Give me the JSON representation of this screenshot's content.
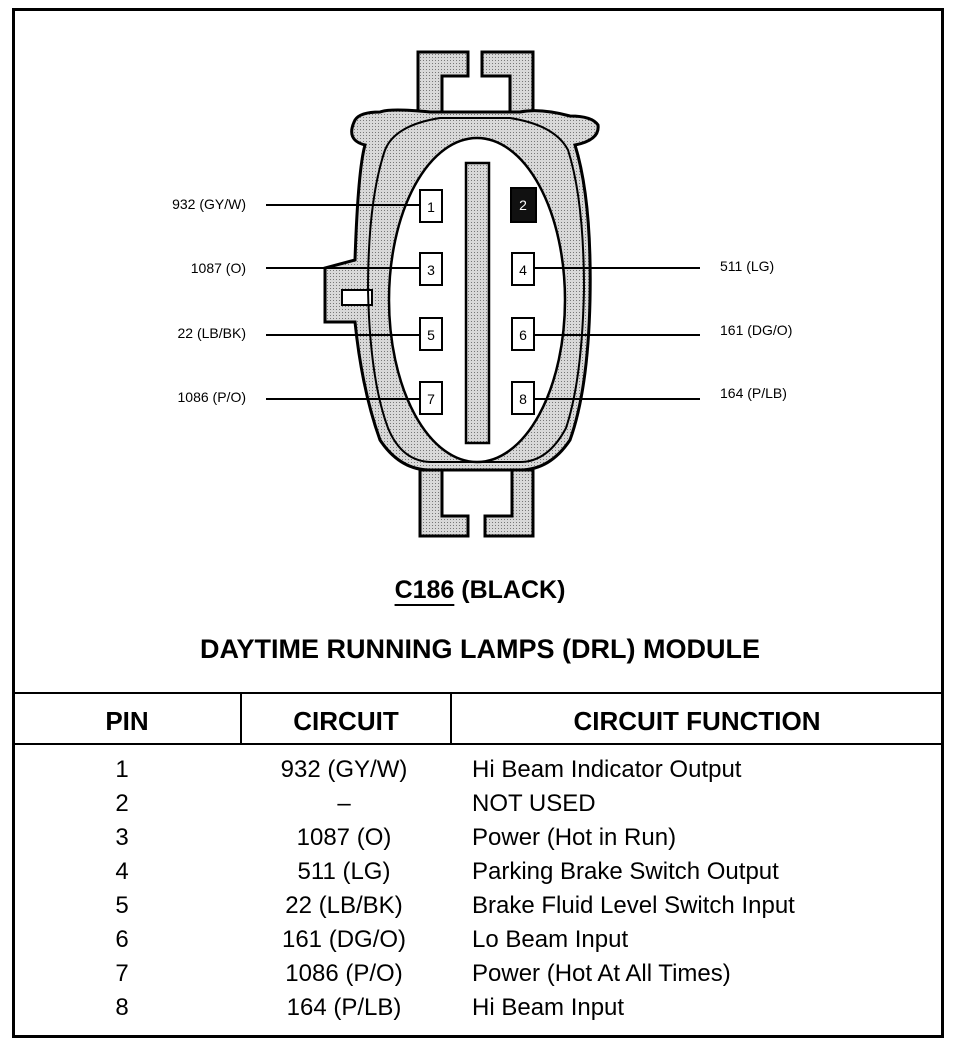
{
  "connector": {
    "id": "C186",
    "color": "(BLACK)",
    "pin_numbers": [
      "1",
      "2",
      "3",
      "4",
      "5",
      "6",
      "7",
      "8"
    ],
    "wire_labels_left": [
      "932 (GY/W)",
      "1087 (O)",
      "22 (LB/BK)",
      "1086 (P/O)"
    ],
    "wire_labels_right": [
      "511 (LG)",
      "161 (DG/O)",
      "164 (P/LB)"
    ]
  },
  "module_title": "DAYTIME RUNNING LAMPS (DRL) MODULE",
  "table": {
    "headers": {
      "pin": "PIN",
      "circuit": "CIRCUIT",
      "function": "CIRCUIT FUNCTION"
    },
    "rows": [
      {
        "pin": "1",
        "circuit": "932 (GY/W)",
        "function": "Hi Beam Indicator Output"
      },
      {
        "pin": "2",
        "circuit": "–",
        "function": "NOT USED"
      },
      {
        "pin": "3",
        "circuit": "1087 (O)",
        "function": "Power (Hot in Run)"
      },
      {
        "pin": "4",
        "circuit": "511 (LG)",
        "function": "Parking Brake Switch Output"
      },
      {
        "pin": "5",
        "circuit": "22 (LB/BK)",
        "function": "Brake Fluid Level Switch Input"
      },
      {
        "pin": "6",
        "circuit": "161 (DG/O)",
        "function": "Lo Beam Input"
      },
      {
        "pin": "7",
        "circuit": "1086 (P/O)",
        "function": "Power (Hot At All Times)"
      },
      {
        "pin": "8",
        "circuit": "164 (P/LB)",
        "function": "Hi Beam Input"
      }
    ]
  },
  "colors": {
    "shell_fill": "#c9c9c9",
    "line": "#000000",
    "background": "#ffffff"
  }
}
